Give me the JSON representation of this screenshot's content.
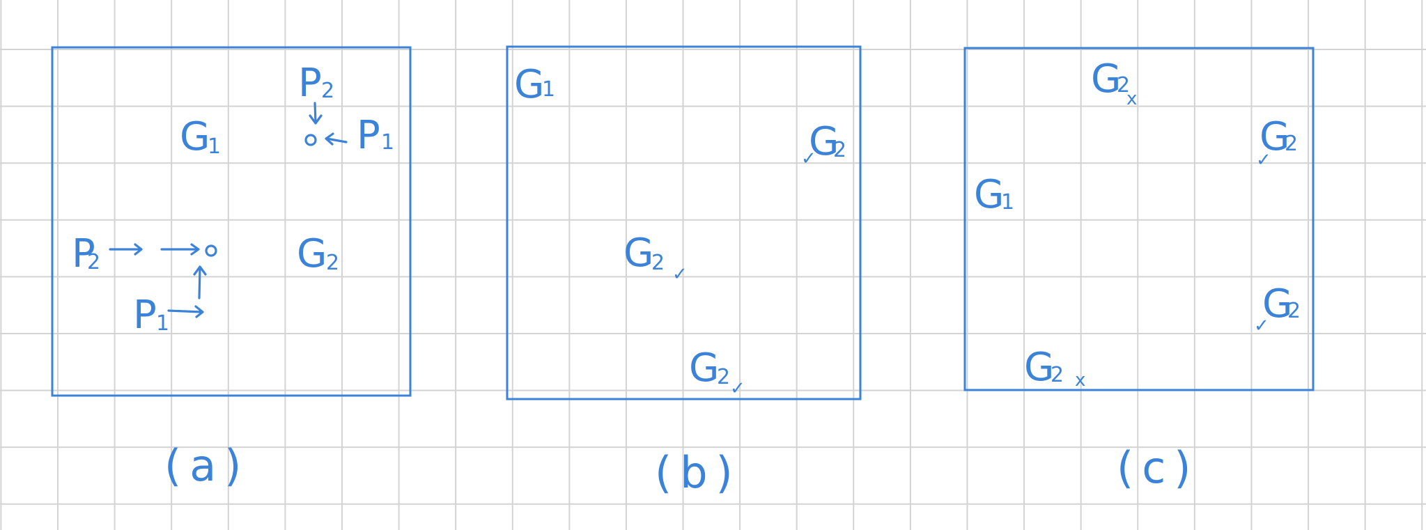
{
  "panels": [
    {
      "caption": "(a)",
      "labels": {
        "g1": "G",
        "g1_sub": "1",
        "g2": "G",
        "g2_sub": "2",
        "p2_top": "P",
        "p2_top_sub": "2",
        "p1_right": "P",
        "p1_right_sub": "1",
        "p2_left": "P",
        "p2_left_sub": "2",
        "p1_bottom": "P",
        "p1_bottom_sub": "1"
      }
    },
    {
      "caption": "(b)",
      "labels": {
        "g1": "G",
        "g1_sub": "1",
        "g2_a": "G",
        "g2_a_sub": "2",
        "g2_a_mark": "✓",
        "g2_b": "G",
        "g2_b_sub": "2",
        "g2_b_mark": "✓",
        "g2_c": "G",
        "g2_c_sub": "2",
        "g2_c_mark": "✓"
      }
    },
    {
      "caption": "(c)",
      "labels": {
        "g1": "G",
        "g1_sub": "1",
        "g2_top": "G",
        "g2_top_sub": "2",
        "g2_top_mark": "x",
        "g2_right_top": "G",
        "g2_right_top_sub": "2",
        "g2_right_top_mark": "✓",
        "g2_right_bottom": "G",
        "g2_right_bottom_sub": "2",
        "g2_right_bottom_mark": "✓",
        "g2_bottom": "G",
        "g2_bottom_sub": "2",
        "g2_bottom_mark": "x"
      }
    }
  ],
  "colors": {
    "ink": "#3b83d9",
    "grid": "#d3d3d3",
    "paper": "#ffffff"
  }
}
